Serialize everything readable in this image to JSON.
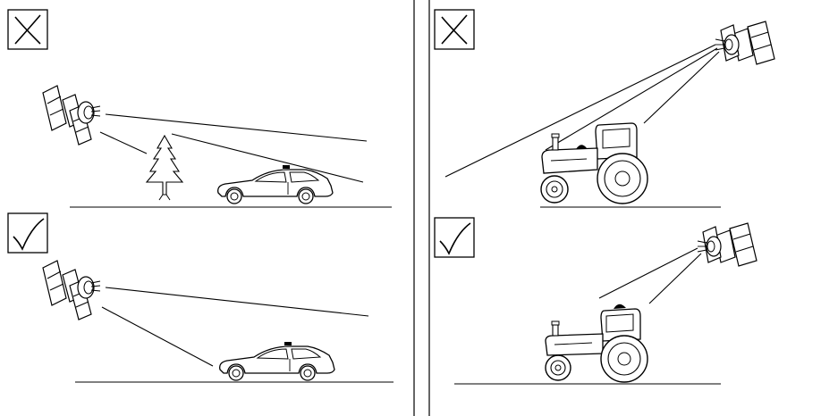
{
  "figure": {
    "panels": [
      {
        "id": "left",
        "scenarios": [
          {
            "verdict": "incorrect",
            "symbol": "cross-icon",
            "subject": "car",
            "obstruction": "tree"
          },
          {
            "verdict": "correct",
            "symbol": "check-icon",
            "subject": "car",
            "obstruction": "none"
          }
        ]
      },
      {
        "id": "right",
        "scenarios": [
          {
            "verdict": "incorrect",
            "symbol": "cross-icon",
            "subject": "tractor",
            "obstruction": "none"
          },
          {
            "verdict": "correct",
            "symbol": "check-icon",
            "subject": "tractor",
            "obstruction": "none"
          }
        ]
      }
    ],
    "colors": {
      "stroke": "#000000",
      "background": "#ffffff"
    }
  }
}
